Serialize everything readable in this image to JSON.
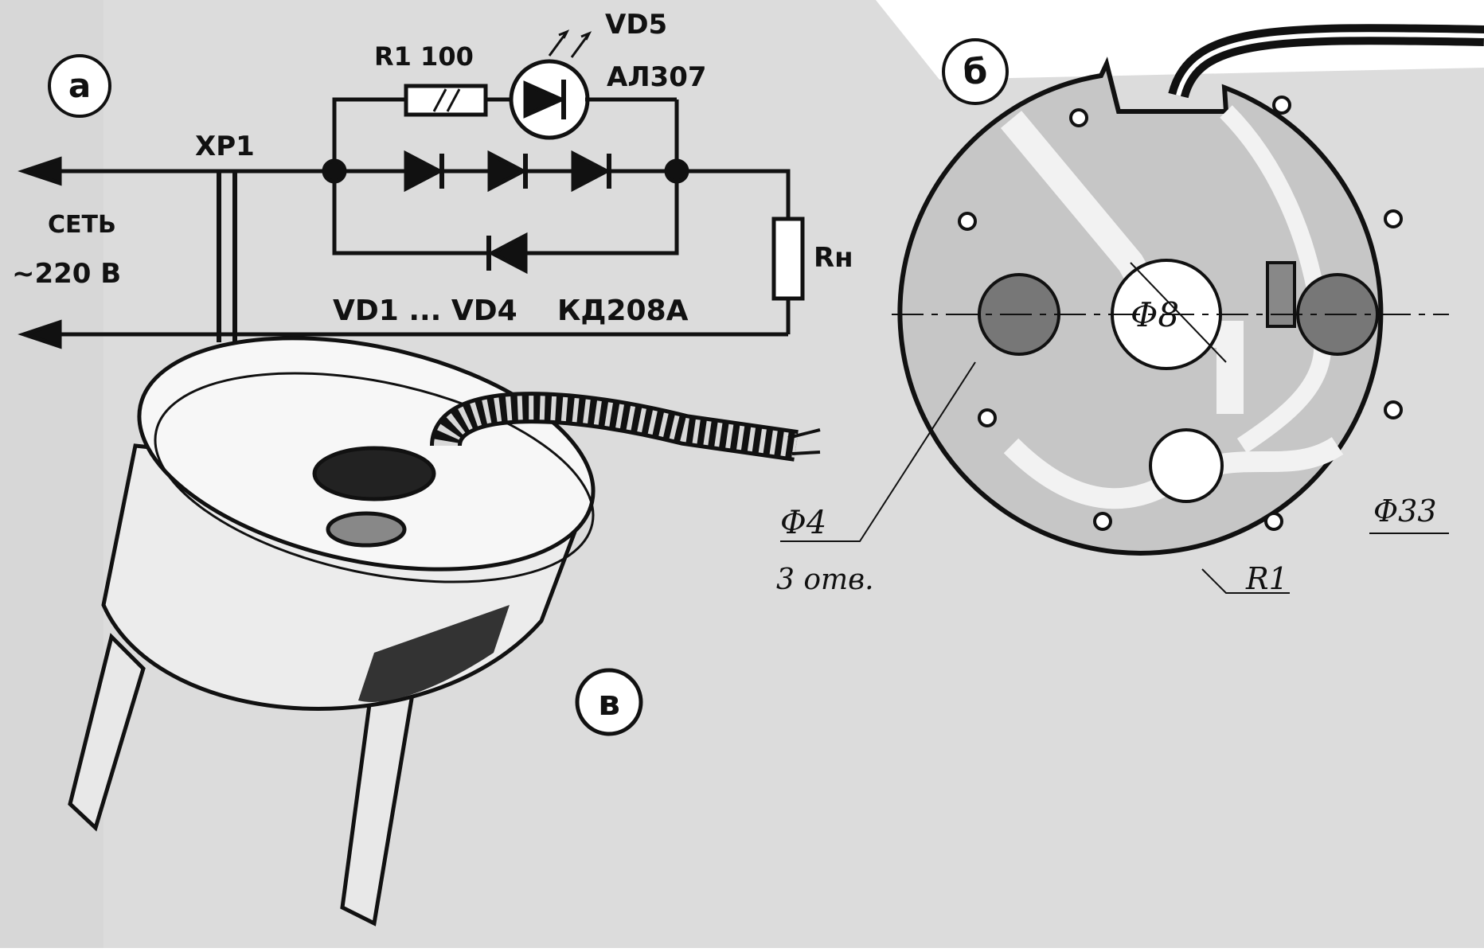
{
  "panels": {
    "a": {
      "label": "а"
    },
    "b": {
      "label": "б"
    },
    "c": {
      "label": "в"
    }
  },
  "schematic": {
    "mains_label_1": "СЕТЬ",
    "mains_label_2": "~220 В",
    "plug": "XP1",
    "resistor": "R1 100",
    "led": "VD5",
    "led_type": "АЛ307",
    "diodes": "VD1 ... VD4",
    "diode_type": "КД208А",
    "load": "Rн"
  },
  "board": {
    "center_hole": "Φ8",
    "mount_holes": "Φ4",
    "mount_holes_count": "3 отв.",
    "board_diameter": "Φ33",
    "notch_radius": "R1"
  },
  "colors": {
    "background": "#ffffff",
    "paper": "#d9d9d9",
    "ink": "#111111",
    "board_fill": "#c8c8c8",
    "trace": "#f2f2f2"
  }
}
